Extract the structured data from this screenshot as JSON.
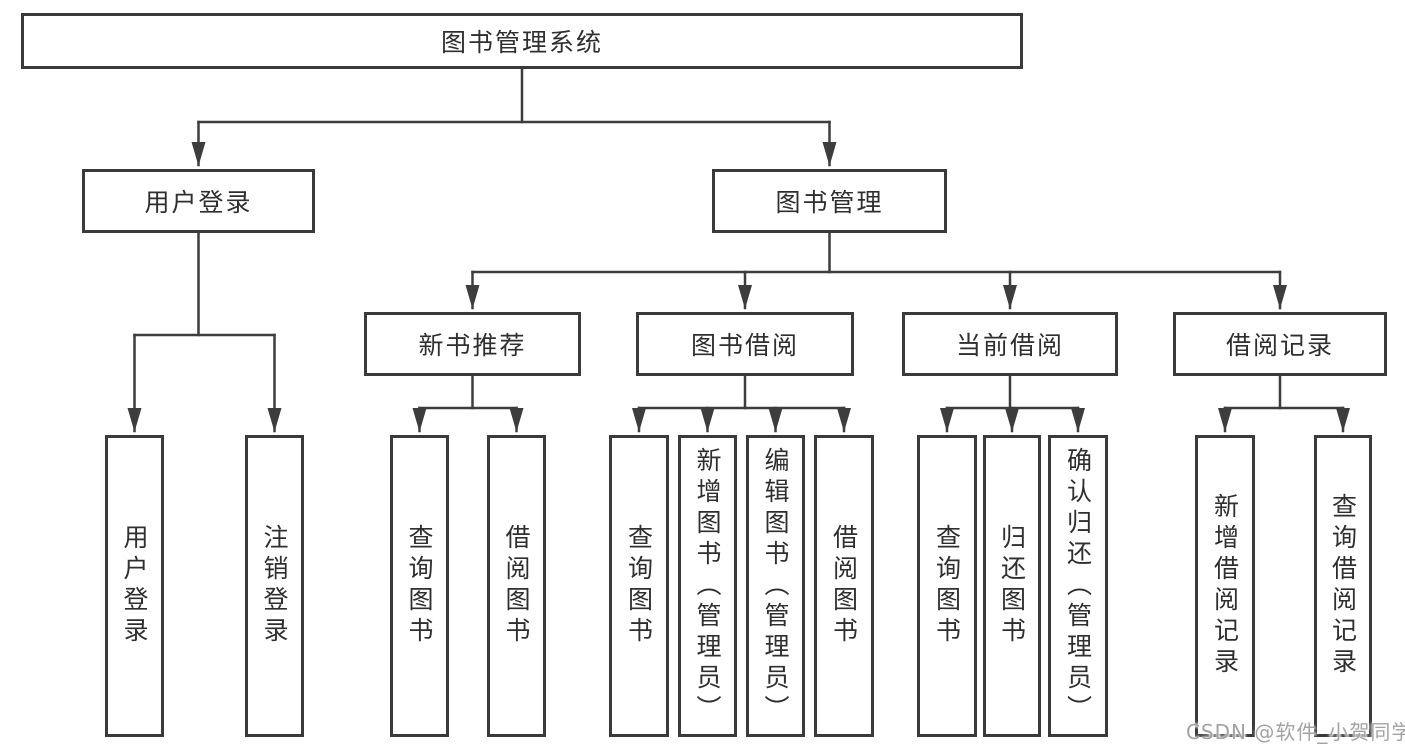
{
  "diagram": {
    "type": "hierarchy-tree",
    "root": {
      "label": "图书管理系统",
      "children": [
        {
          "label": "用户登录",
          "children": [
            {
              "label": "用户登录"
            },
            {
              "label": "注销登录"
            }
          ]
        },
        {
          "label": "图书管理",
          "children": [
            {
              "label": "新书推荐",
              "children": [
                {
                  "label": "查询图书"
                },
                {
                  "label": "借阅图书"
                }
              ]
            },
            {
              "label": "图书借阅",
              "children": [
                {
                  "label": "查询图书"
                },
                {
                  "label": "新增图书（管理员）"
                },
                {
                  "label": "编辑图书（管理员）"
                },
                {
                  "label": "借阅图书"
                }
              ]
            },
            {
              "label": "当前借阅",
              "children": [
                {
                  "label": "查询图书"
                },
                {
                  "label": "归还图书"
                },
                {
                  "label": "确认归还（管理员）"
                }
              ]
            },
            {
              "label": "借阅记录",
              "children": [
                {
                  "label": "新增借阅记录"
                },
                {
                  "label": "查询借阅记录"
                }
              ]
            }
          ]
        }
      ]
    },
    "watermark": "CSDN @软件_小贺同学",
    "colors": {
      "line": "#3d3d3d",
      "box_border": "#3a3a3a",
      "box_fill": "#ffffff",
      "text": "#2f2f2f",
      "watermark_text": "#a3a3a3"
    }
  }
}
